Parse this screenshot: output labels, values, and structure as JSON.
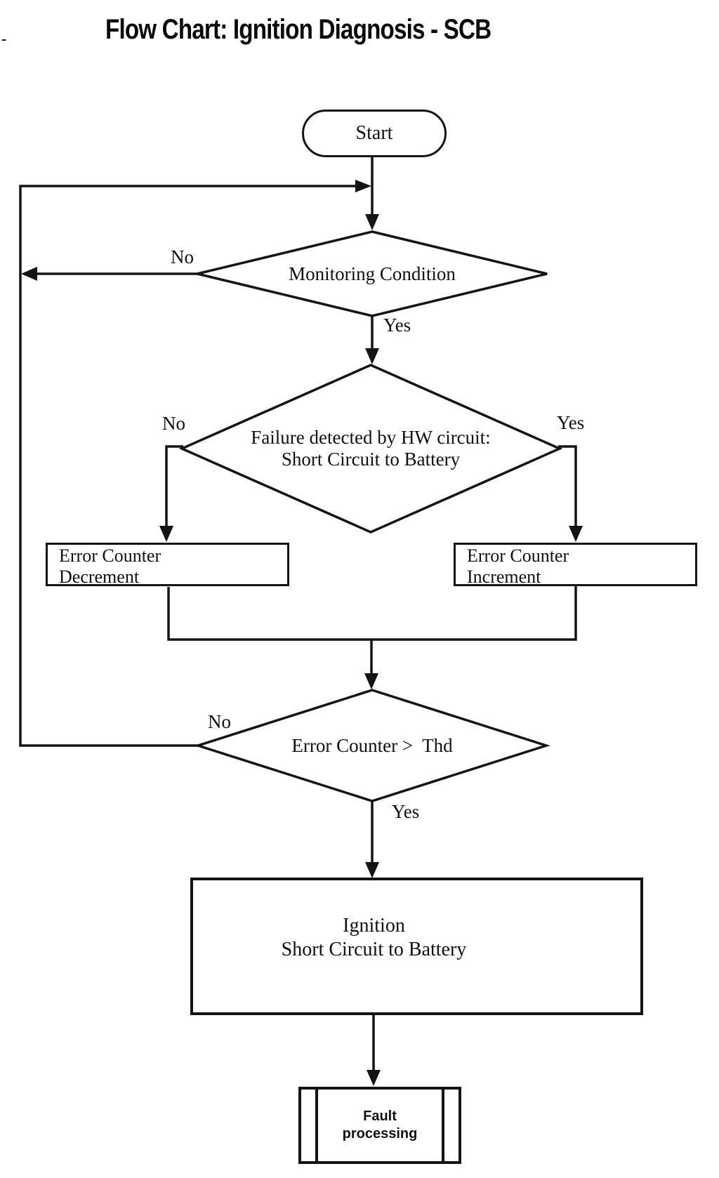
{
  "page": {
    "corner_mark": ".",
    "title": "Flow Chart: Ignition Diagnosis - SCB"
  },
  "flowchart": {
    "colors": {
      "ink": "#141414",
      "paper": "#ffffff"
    },
    "start": {
      "label": "Start"
    },
    "decision_monitoring": {
      "label": "Monitoring Condition",
      "no": "No",
      "yes": "Yes"
    },
    "decision_failure": {
      "line1": "Failure detected by HW circuit:",
      "line2": "Short Circuit to Battery",
      "no": "No",
      "yes": "Yes"
    },
    "process_decrement": {
      "line1": "Error Counter",
      "line2": "Decrement"
    },
    "process_increment": {
      "line1": "Error Counter",
      "line2": "Increment"
    },
    "decision_threshold": {
      "label": "Error Counter >  Thd",
      "no": "No",
      "yes": "Yes"
    },
    "process_ignition": {
      "line1": "Ignition",
      "line2": "Short Circuit to Battery"
    },
    "predefined_fault": {
      "line1": "Fault",
      "line2": "processing"
    }
  }
}
